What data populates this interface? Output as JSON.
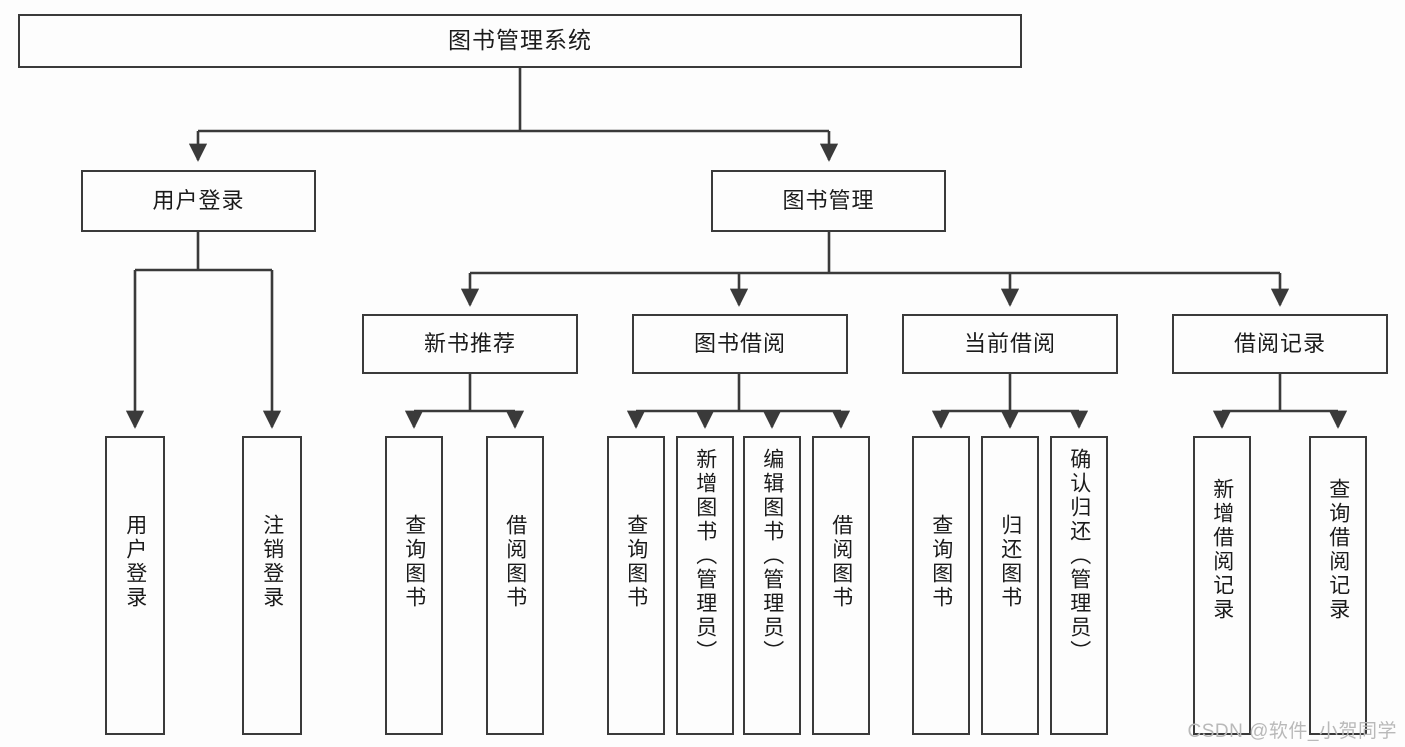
{
  "diagram": {
    "type": "tree",
    "title": "图书管理系统",
    "watermark": "CSDN @软件_小贺同学",
    "colors": {
      "background": "#fdfdfd",
      "stroke": "#3a3a3a",
      "text": "#1b1b1b",
      "watermark": "#b9b9b9"
    },
    "levels": {
      "root": "图书管理系统",
      "level2": [
        "用户登录",
        "图书管理"
      ],
      "level3": [
        "新书推荐",
        "图书借阅",
        "当前借阅",
        "借阅记录"
      ]
    },
    "nodes": {
      "root": {
        "label": "图书管理系统"
      },
      "user_login": {
        "label": "用户登录"
      },
      "book_manage": {
        "label": "图书管理"
      },
      "new_book_rec": {
        "label": "新书推荐"
      },
      "book_borrow": {
        "label": "图书借阅"
      },
      "current_borrow": {
        "label": "当前借阅"
      },
      "borrow_record": {
        "label": "借阅记录"
      },
      "leaf_user_login": {
        "label": "用户登录"
      },
      "leaf_logout": {
        "label": "注销登录"
      },
      "leaf_query_book_1": {
        "label": "查询图书"
      },
      "leaf_borrow_book_1": {
        "label": "借阅图书"
      },
      "leaf_query_book_2": {
        "label": "查询图书"
      },
      "leaf_add_book": {
        "label": "新增图书（管理员）"
      },
      "leaf_edit_book": {
        "label": "编辑图书（管理员）"
      },
      "leaf_borrow_book_2": {
        "label": "借阅图书"
      },
      "leaf_query_book_3": {
        "label": "查询图书"
      },
      "leaf_return_book": {
        "label": "归还图书"
      },
      "leaf_confirm_return": {
        "label": "确认归还（管理员）"
      },
      "leaf_add_record": {
        "label": "新增借阅记录"
      },
      "leaf_query_record": {
        "label": "查询借阅记录"
      }
    },
    "edges": [
      {
        "from": "root",
        "to": "user_login"
      },
      {
        "from": "root",
        "to": "book_manage"
      },
      {
        "from": "user_login",
        "to": "leaf_user_login"
      },
      {
        "from": "user_login",
        "to": "leaf_logout"
      },
      {
        "from": "book_manage",
        "to": "new_book_rec"
      },
      {
        "from": "book_manage",
        "to": "book_borrow"
      },
      {
        "from": "book_manage",
        "to": "current_borrow"
      },
      {
        "from": "book_manage",
        "to": "borrow_record"
      },
      {
        "from": "new_book_rec",
        "to": "leaf_query_book_1"
      },
      {
        "from": "new_book_rec",
        "to": "leaf_borrow_book_1"
      },
      {
        "from": "book_borrow",
        "to": "leaf_query_book_2"
      },
      {
        "from": "book_borrow",
        "to": "leaf_add_book"
      },
      {
        "from": "book_borrow",
        "to": "leaf_edit_book"
      },
      {
        "from": "book_borrow",
        "to": "leaf_borrow_book_2"
      },
      {
        "from": "current_borrow",
        "to": "leaf_query_book_3"
      },
      {
        "from": "current_borrow",
        "to": "leaf_return_book"
      },
      {
        "from": "current_borrow",
        "to": "leaf_confirm_return"
      },
      {
        "from": "borrow_record",
        "to": "leaf_add_record"
      },
      {
        "from": "borrow_record",
        "to": "leaf_query_record"
      }
    ]
  }
}
